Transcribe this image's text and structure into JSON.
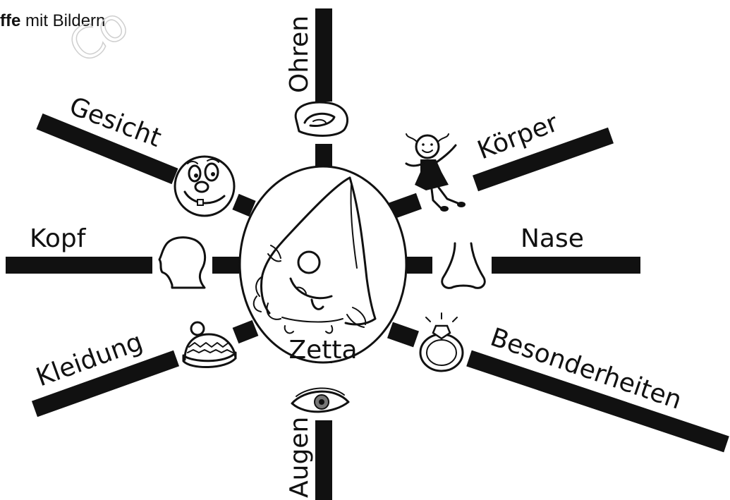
{
  "header": {
    "bold_part": "ffe",
    "rest": " mit Bildern"
  },
  "watermark": "Co",
  "center": {
    "name": "Zetta"
  },
  "spokes": {
    "ohren": "Ohren",
    "koerper": "Körper",
    "nase": "Nase",
    "besonderheiten": "Besonderheiten",
    "augen": "Augen",
    "kleidung": "Kleidung",
    "kopf": "Kopf",
    "gesicht": "Gesicht"
  },
  "icons": {
    "ohren": "ear-icon",
    "koerper": "stick-girl-icon",
    "nase": "nose-icon",
    "besonderheiten": "ring-icon",
    "augen": "eye-icon",
    "kleidung": "knit-hat-icon",
    "kopf": "head-profile-icon",
    "gesicht": "cartoon-face-icon"
  }
}
